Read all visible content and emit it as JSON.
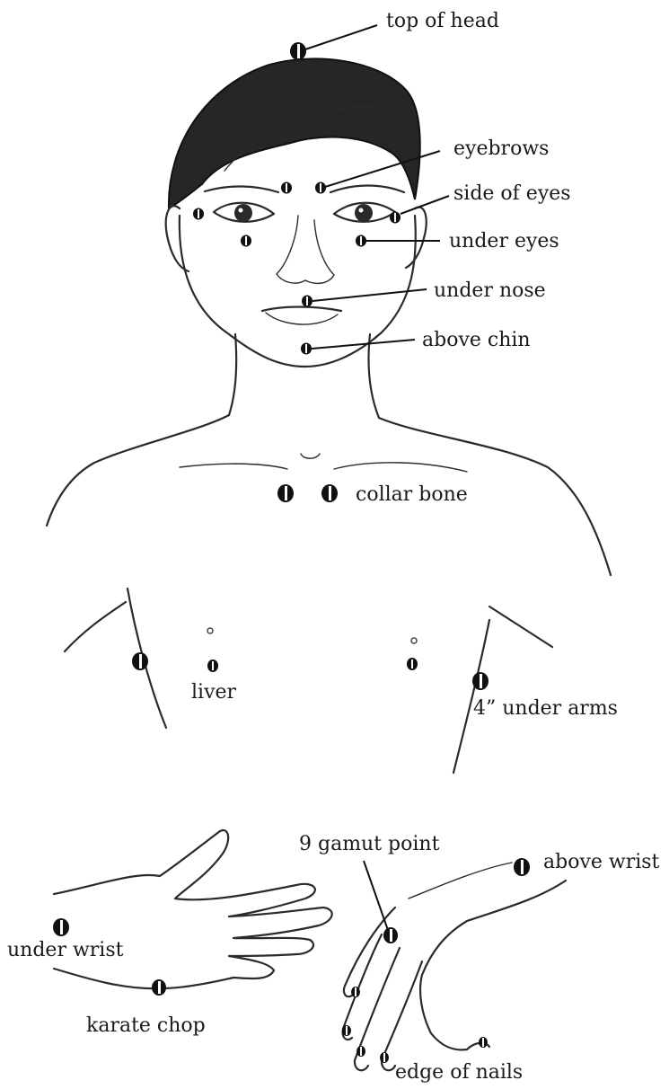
{
  "labels": {
    "top_of_head": "top of head",
    "eyebrows": "eyebrows",
    "side_of_eyes": "side of eyes",
    "under_eyes": "under eyes",
    "under_nose": "under nose",
    "above_chin": "above chin",
    "collar_bone": "collar bone",
    "liver": "liver",
    "under_arms": "4” under arms",
    "gamut_point": "9 gamut point",
    "above_wrist": "above wrist",
    "under_wrist": "under wrist",
    "karate_chop": "karate chop",
    "edge_of_nails": "edge of nails"
  },
  "colors": {
    "ink": "#111111",
    "pencil": "#2b2b2b",
    "hair": "#1f1f1f",
    "background": "#ffffff"
  }
}
